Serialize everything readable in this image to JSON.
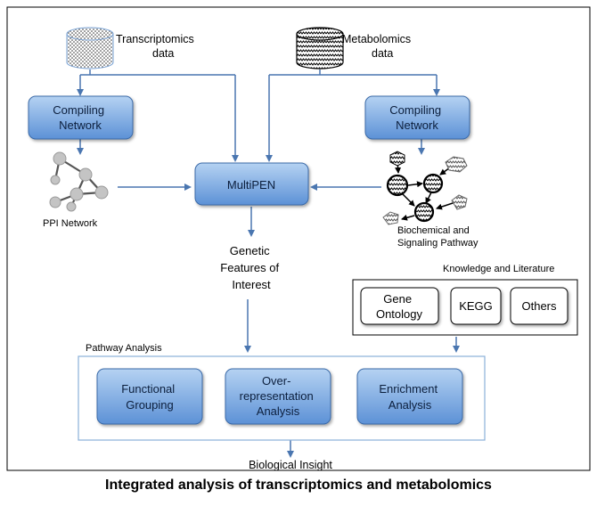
{
  "sources": {
    "transcriptomics": [
      "Transcriptomics",
      "data"
    ],
    "metabolomics": [
      "Metabolomics",
      "data"
    ]
  },
  "compiling_left": [
    "Compiling",
    "Network"
  ],
  "compiling_right": [
    "Compiling",
    "Network"
  ],
  "ppi_label": "PPI Network",
  "pathway_label": [
    "Biochemical and",
    "Signaling Pathway"
  ],
  "multipen": "MultiPEN",
  "genetic_features": [
    "Genetic",
    "Features of",
    "Interest"
  ],
  "knowledge": {
    "title": "Knowledge and Literature",
    "items": [
      [
        "Gene",
        "Ontology"
      ],
      [
        "KEGG"
      ],
      [
        "Others"
      ]
    ]
  },
  "pathway_analysis": {
    "title": "Pathway Analysis",
    "items": [
      [
        "Functional",
        "Grouping"
      ],
      [
        "Over-",
        "representation",
        "Analysis"
      ],
      [
        "Enrichment",
        "Analysis"
      ]
    ]
  },
  "insight": "Biological Insight",
  "caption": "Integrated analysis of transcriptomics and metabolomics"
}
